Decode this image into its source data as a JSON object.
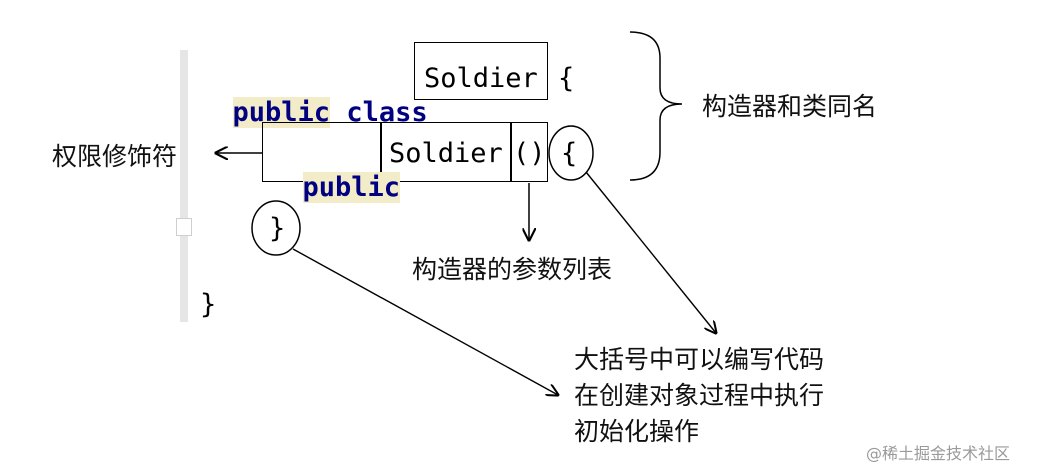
{
  "code": {
    "line1": {
      "kw1": "public",
      "kw2": "class",
      "name": "Soldier",
      "brace": "{"
    },
    "line2": {
      "kw": "public",
      "name": "Soldier",
      "parens": "()",
      "brace": "{"
    },
    "line3": {
      "brace": "}"
    },
    "line4": {
      "brace": "}"
    }
  },
  "annotations": {
    "same_name": "构造器和类同名",
    "access_modifier": "权限修饰符",
    "param_list": "构造器的参数列表",
    "body_desc": [
      "大括号中可以编写代码",
      "在创建对象过程中执行",
      "初始化操作"
    ]
  },
  "watermark": "@稀土掘金技术社区"
}
